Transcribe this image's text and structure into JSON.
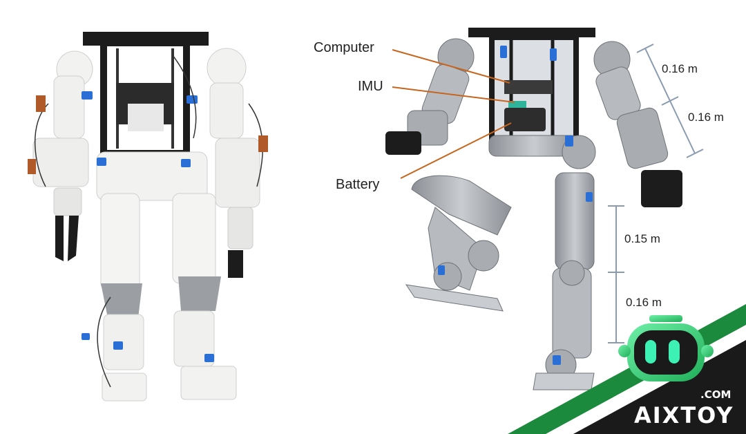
{
  "labels": {
    "computer": "Computer",
    "imu": "IMU",
    "battery": "Battery"
  },
  "dimensions": {
    "upper_arm": "0.16 m",
    "forearm": "0.16 m",
    "thigh": "0.15 m",
    "shin": "0.16 m"
  },
  "watermark": {
    "brand": "AIXTOY",
    "suffix": ".COM"
  },
  "colors": {
    "leader_line": "#c8641e",
    "dimension_line": "#8a9ab0",
    "frame": "#1c1c1c",
    "robot_white": "#f2f2f0",
    "robot_gray": "#a9adb2",
    "accent_blue": "#2a6fd6",
    "brand_green": "#2fd16b"
  }
}
